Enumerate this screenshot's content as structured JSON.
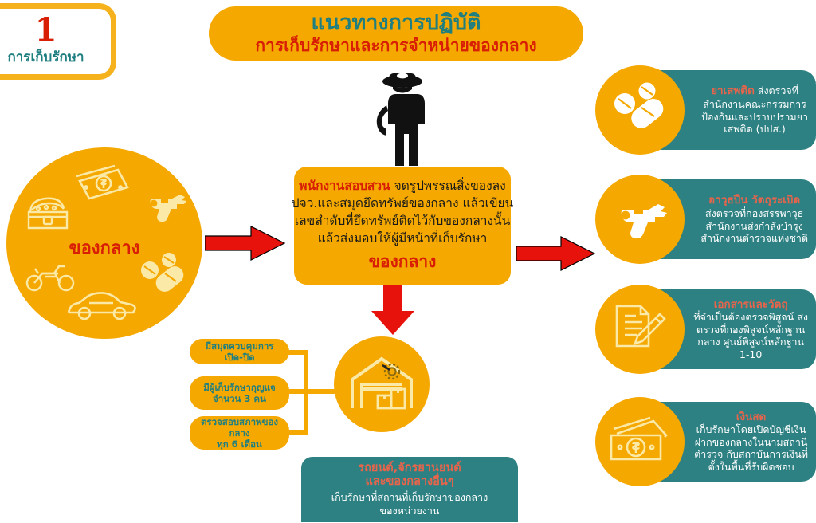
{
  "step": {
    "number": "1",
    "label": "การเก็บรักษา"
  },
  "title": {
    "line1": "แนวทางการปฏิบัติ",
    "line2": "การเก็บรักษาและการจำหน่ายของกลาง"
  },
  "left_circle": {
    "label": "ของกลาง",
    "icons": [
      "banknote-icon",
      "treasure-chest-icon",
      "revolver-icon",
      "motorcycle-icon",
      "pills-icon",
      "car-icon"
    ]
  },
  "officer": {
    "icon": "police-officer-icon"
  },
  "center_box": {
    "lines": [
      {
        "highlight": "พนักงานสอบสวน",
        "rest": " จดรูปพรรณสิ่งของลง"
      },
      {
        "highlight": "",
        "rest": "ปจว.และสมุดยึดทรัพย์ของกลาง แล้วเขียน"
      },
      {
        "highlight": "",
        "rest": "เลขลำดับที่ยึดทรัพย์ติดไว้กับของกลางนั้น"
      },
      {
        "highlight": "",
        "rest": "แล้วส่งมอบให้ผู้มีหน้าที่เก็บรักษา"
      }
    ],
    "emphasis": "ของกลาง"
  },
  "right_cards": [
    {
      "icon": "pills-icon",
      "heading": "ยาเสพติด",
      "body": " ส่งตรวจที่ สำนักงานคณะกรรมการ ป้องกันและปราบปรามยา เสพติด (ปปส.)",
      "lines": [
        "ยาเสพติด ส่งตรวจที่",
        "สำนักงานคณะกรรมการ",
        "ป้องกันและปราบปรามยา",
        "เสพติด (ปปส.)"
      ]
    },
    {
      "icon": "revolver-icon",
      "heading": "อาวุธปืน วัตถุระเบิด",
      "body": "ส่งตรวจที่กองสรรพาวุธ สำนักงานส่งกำลังบำรุง สำนักงานตำรวจแห่งชาติ",
      "lines": [
        "อาวุธปืน วัตถุระเบิด",
        "ส่งตรวจที่กองสรรพาวุธ",
        "สำนักงานส่งกำลังบำรุง",
        "สำนักงานตำรวจแห่งชาติ"
      ]
    },
    {
      "icon": "documents-pen-icon",
      "heading": "เอกสารและวัตถุ",
      "body": "ที่จำเป็นต้องตรวจพิสูจน์ ส่ง ตรวจที่กองพิสูจน์หลักฐาน กลาง ศูนย์พิสูจน์หลักฐาน 1-10",
      "lines": [
        "เอกสารและวัตถุ",
        "ที่จำเป็นต้องตรวจพิสูจน์ ส่ง",
        "ตรวจที่กองพิสูจน์หลักฐาน",
        "กลาง  ศูนย์พิสูจน์หลักฐาน",
        "1-10"
      ]
    },
    {
      "icon": "banknote-icon",
      "heading": "เงินสด",
      "body": "เก็บรักษาโดยเปิดบัญชีเงิน ฝากของกลางในนามสถานี ตำรวจ กับสถาบันการเงินที่ ตั้งในพื้นที่รับผิดชอบ",
      "lines": [
        "เงินสด",
        "เก็บรักษาโดยเปิดบัญชีเงิน",
        "ฝากของกลางในนามสถานี",
        "ตำรวจ กับสถาบันการเงินที่",
        "ตั้งในพื้นที่รับผิดชอบ"
      ]
    }
  ],
  "storage_rules": [
    {
      "lines": [
        "มีสมุดควบคุมการเปิด-ปิด"
      ]
    },
    {
      "lines": [
        "มีผู้เก็บรักษากุญแจ",
        "จำนวน 3 คน"
      ]
    },
    {
      "lines": [
        "ตรวจสอบสภาพของกลาง",
        "ทุก 6 เดือน"
      ]
    }
  ],
  "warehouse": {
    "icon": "warehouse-icon"
  },
  "bottom_box": {
    "heading_lines": [
      "รถยนต์,จักรยานยนต์",
      "และของกลางอื่นๆ"
    ],
    "body_lines": [
      "เก็บรักษาที่สถานที่เก็บรักษาของกลาง",
      "ของหน่วยงาน"
    ]
  },
  "colors": {
    "orange": "#F5A800",
    "amber_border": "#F5B21C",
    "teal": "#2E8183",
    "red": "#D81E05",
    "coral": "#E8644B",
    "cream": "#FBE9A8",
    "white": "#FFFFFF"
  }
}
